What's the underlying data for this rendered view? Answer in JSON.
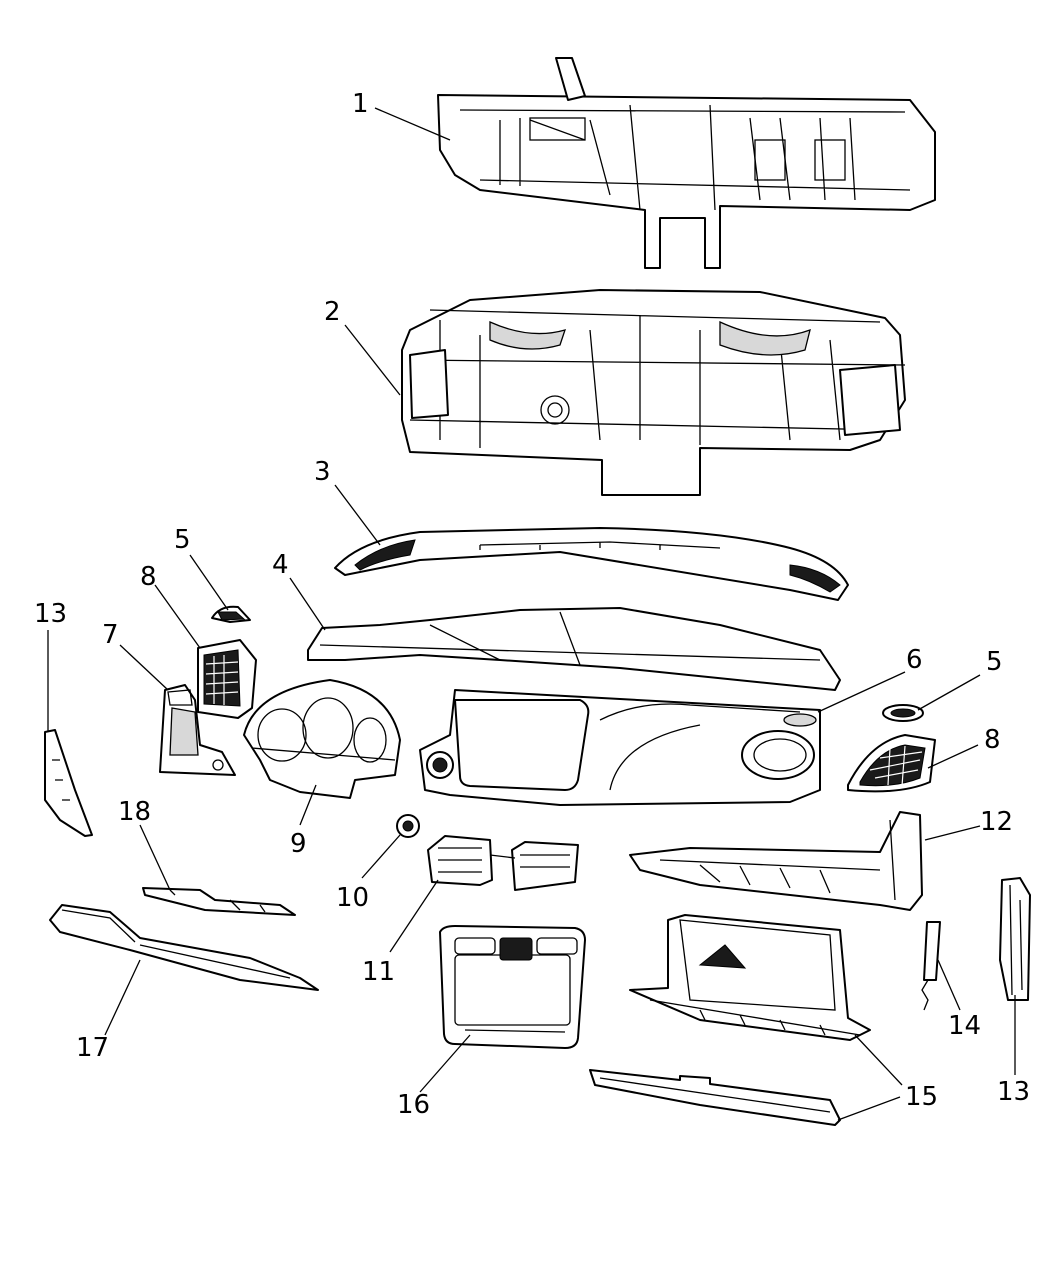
{
  "callouts": {
    "c1": "1",
    "c2": "2",
    "c3": "3",
    "c4": "4",
    "c5a": "5",
    "c5b": "5",
    "c6": "6",
    "c7": "7",
    "c8a": "8",
    "c8b": "8",
    "c9": "9",
    "c10": "10",
    "c11": "11",
    "c12": "12",
    "c13a": "13",
    "c13b": "13",
    "c14": "14",
    "c15a": "15",
    "c15b": "15",
    "c16": "16",
    "c17": "17",
    "c18": "18"
  }
}
